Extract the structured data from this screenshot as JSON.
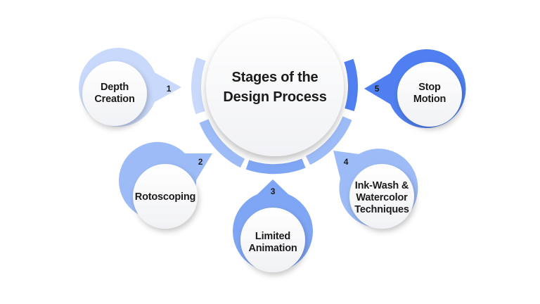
{
  "center": {
    "title": "Stages of the\nDesign Process"
  },
  "stages": [
    {
      "number": "1",
      "label": "Depth\nCreation"
    },
    {
      "number": "2",
      "label": "Rotoscoping"
    },
    {
      "number": "3",
      "label": "Limited\nAnimation"
    },
    {
      "number": "4",
      "label": "Ink-Wash &\nWatercolor\nTechniques"
    },
    {
      "number": "5",
      "label": "Stop\nMotion"
    }
  ],
  "colors": {
    "light_blue": "#c9d9fb",
    "mid_blue": "#9dbbf7",
    "blue": "#7fa6f4",
    "deep_blue": "#4f7ff0",
    "text": "#1b1b1b"
  }
}
